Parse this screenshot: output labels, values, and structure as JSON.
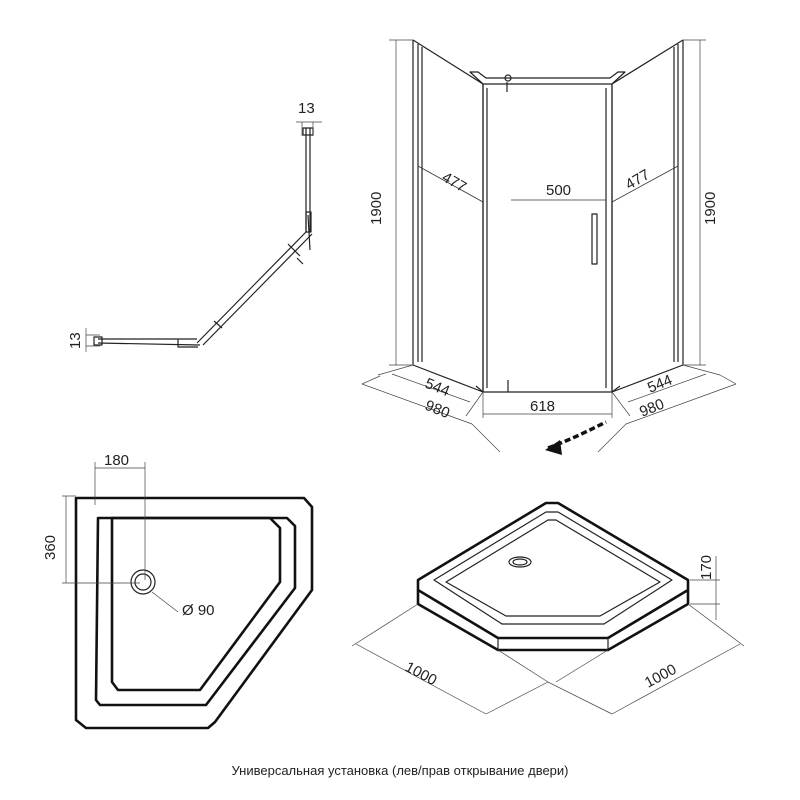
{
  "plan_view": {
    "dim_top": "13",
    "dim_left": "13"
  },
  "front_view": {
    "height_left": "1900",
    "height_right": "1900",
    "panel_left": "477",
    "door_width": "500",
    "panel_right": "477",
    "base_left": "544",
    "depth_left": "980",
    "front_width": "618",
    "base_right": "544",
    "depth_right": "980"
  },
  "tray_plan": {
    "dim_top": "180",
    "dim_side": "360",
    "drain": "Ø 90"
  },
  "tray_3d": {
    "height": "170",
    "width_left": "1000",
    "width_right": "1000"
  },
  "caption": "Универсальная установка (лев/прав открывание двери)"
}
